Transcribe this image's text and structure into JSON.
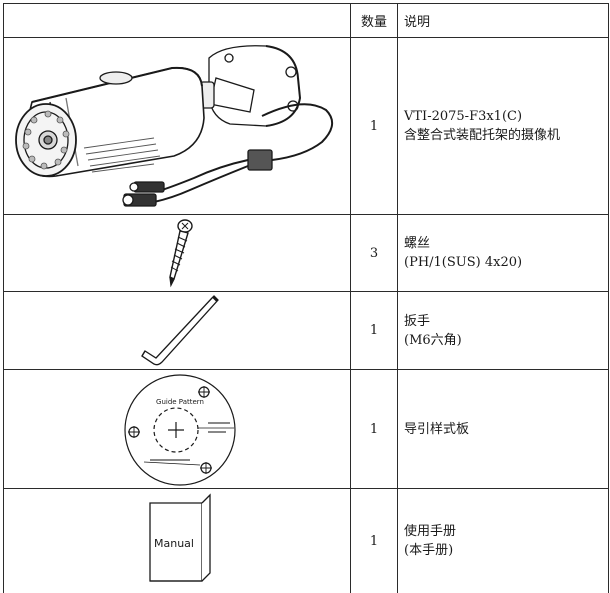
{
  "header": {
    "qty": "数量",
    "desc": "说明"
  },
  "rows": [
    {
      "qty": "1",
      "desc_line1": "VTI-2075-F3x1(C)",
      "desc_line2": "含整合式装配托架的摄像机",
      "icon": "bullet-camera-icon"
    },
    {
      "qty": "3",
      "desc_line1": "螺丝",
      "desc_line2": "(PH/1(SUS) 4x20)",
      "icon": "screw-icon"
    },
    {
      "qty": "1",
      "desc_line1": "扳手",
      "desc_line2": "(M6六角)",
      "icon": "hex-wrench-icon"
    },
    {
      "qty": "1",
      "desc_line1": "导引样式板",
      "desc_line2": "",
      "icon": "guide-pattern-icon"
    },
    {
      "qty": "1",
      "desc_line1": "使用手册",
      "desc_line2": "(本手册)",
      "icon": "manual-booklet-icon"
    }
  ],
  "illustrations": {
    "guide_title": "Guide Pattern",
    "manual_label": "Manual"
  }
}
